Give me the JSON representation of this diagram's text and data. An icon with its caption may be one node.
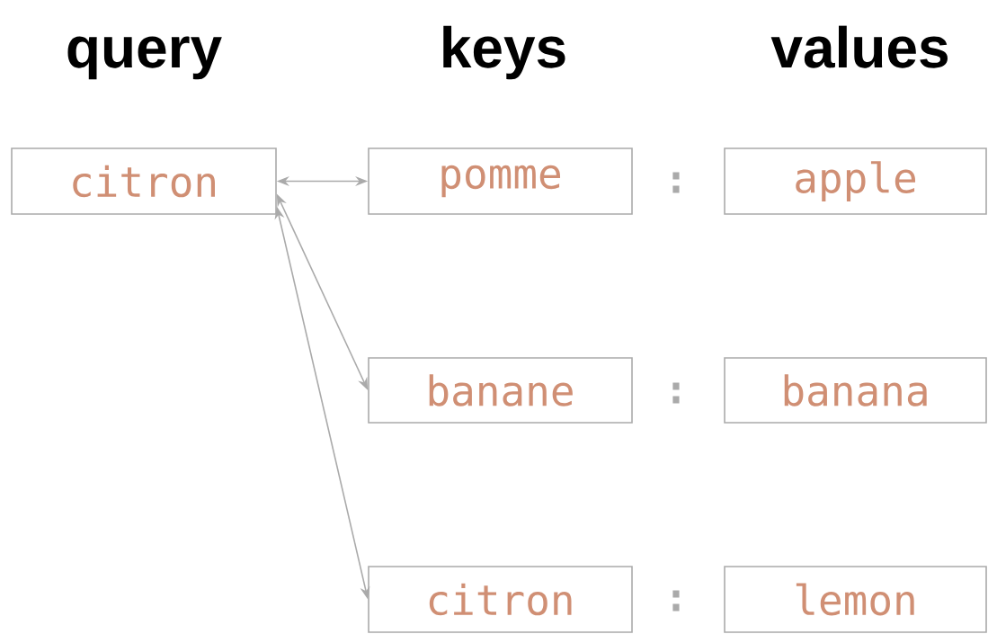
{
  "diagram": {
    "nodes": [
      {
        "text": [
          "citron"
        ]
      },
      {
        "text": [
          "pomme"
        ]
      },
      {
        "text": [
          "apple"
        ]
      },
      {
        "text": [
          "banane"
        ]
      },
      {
        "text": [
          "banana"
        ]
      },
      {
        "text": [
          "citron"
        ]
      },
      {
        "text": [
          "lemon"
        ]
      }
    ],
    "edges": [
      {
        "from": 0,
        "to": 1,
        "arrow": "both"
      },
      {
        "from": 0,
        "to": 3,
        "arrow": "both"
      },
      {
        "from": 0,
        "to": 5,
        "arrow": "both"
      }
    ],
    "labels": [
      "query",
      "keys",
      "values",
      ":",
      ":",
      ":"
    ]
  }
}
